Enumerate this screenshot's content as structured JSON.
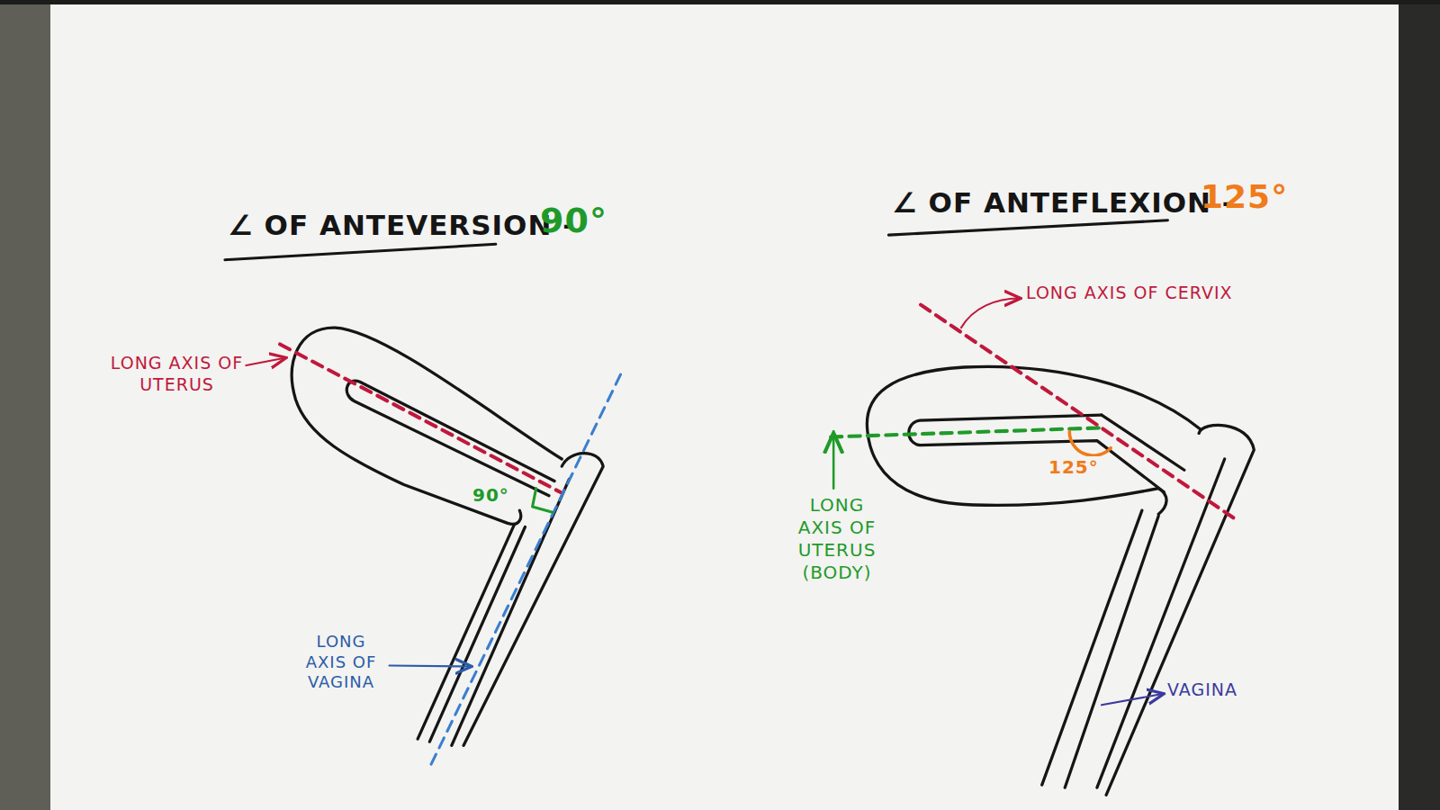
{
  "diagram": {
    "labels": [
      "∠ OF ANTEVERSION -",
      "90°",
      "LONG AXIS OF UTERUS",
      "90°",
      "LONG AXIS OF VAGINA",
      "∠ OF ANTEFLEXION -",
      "125°",
      "LONG AXIS OF CERVIX",
      "LONG AXIS OF UTERUS (BODY)",
      "125°",
      "VAGINA"
    ]
  }
}
